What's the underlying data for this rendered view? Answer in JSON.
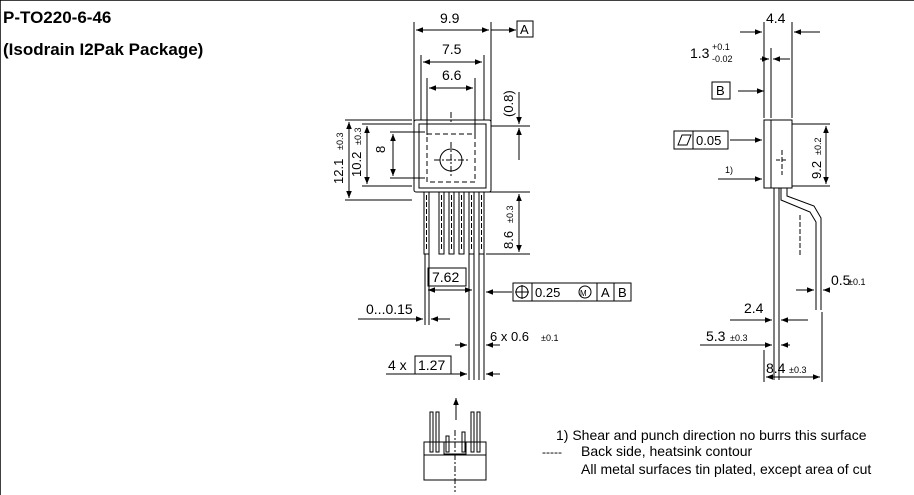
{
  "title": {
    "line1": "P-TO220-6-46",
    "line2": "(Isodrain I2Pak Package)"
  },
  "front_view": {
    "dim_overall_width": "9.9",
    "datum_a": "A",
    "dim_tab_width": "7.5",
    "dim_window_width": "6.6",
    "dim_tab_offset": "(0.8)",
    "dim_body_height": "12.1",
    "dim_body_height_tol": "±0.3",
    "dim_tab_height": "10.2",
    "dim_tab_height_tol": "±0.3",
    "dim_window_height": "8",
    "dim_lead_length": "8.6",
    "dim_lead_length_tol": "±0.3",
    "dim_lead_span": "7.62",
    "position_tol_value": "0.25",
    "position_tol_mod": "M",
    "position_tol_datum_a": "A",
    "position_tol_datum_b": "B",
    "dim_standoff": "0...0.15",
    "dim_lead_width": "6 x 0.6",
    "dim_lead_width_tol": "±0.1",
    "dim_pitch_prefix": "4 x",
    "dim_pitch": "1.27"
  },
  "side_view": {
    "dim_thickness": "4.4",
    "dim_tab_thickness": "1.3",
    "dim_tab_thickness_tol_upper": "+0.1",
    "dim_tab_thickness_tol_lower": "-0.02",
    "datum_b": "B",
    "flatness_value": "0.05",
    "note_ref": "1)",
    "dim_body_height": "9.2",
    "dim_body_height_tol": "±0.2",
    "dim_lead_thickness": "0.5",
    "dim_lead_thickness_tol": "±0.1",
    "dim_bend": "2.4",
    "dim_bend_offset": "5.3",
    "dim_bend_offset_tol": "±0.3",
    "dim_foot_span": "8.4",
    "dim_foot_span_tol": "±0.3"
  },
  "notes": {
    "note1": "1) Shear and punch direction no burrs this surface",
    "legend_dash": "-----",
    "note2": "Back side, heatsink contour",
    "note3": "All metal surfaces tin plated, except area of cut"
  }
}
